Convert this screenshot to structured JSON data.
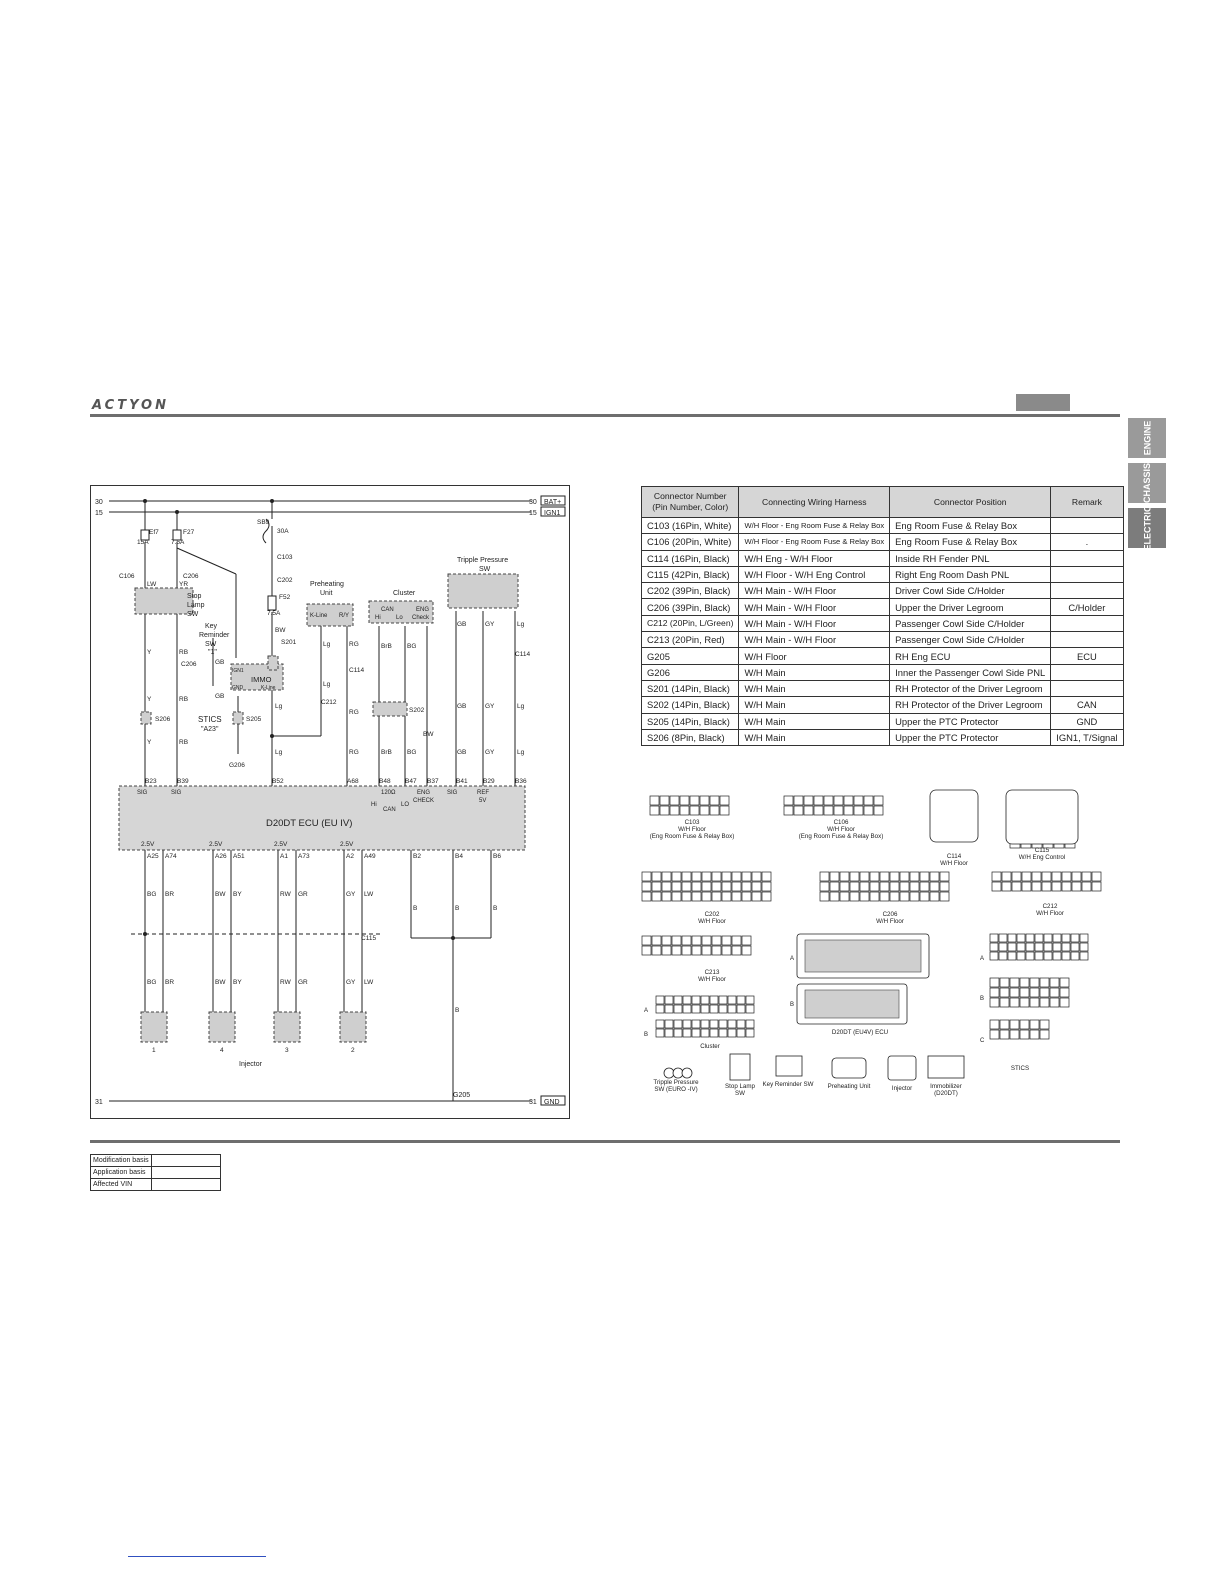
{
  "header": {
    "brand": "ACTYON"
  },
  "side_tabs": [
    "ENGINE",
    "CHASSIS",
    "ELECTRIC"
  ],
  "diagram": {
    "rails": {
      "top30": "30",
      "top15": "15",
      "bat": "BAT+",
      "ign1": "IGN1",
      "gnd_num": "31",
      "gnd": "GND",
      "g205": "G205"
    },
    "fuses": [
      {
        "id": "Ef7",
        "rating": "15A"
      },
      {
        "id": "F27",
        "rating": "7.5A"
      },
      {
        "id": "SB9",
        "rating": "30A"
      },
      {
        "id": "F52",
        "rating": "7.5A"
      }
    ],
    "labels": {
      "c106": "C106",
      "c206": "C206",
      "c103": "C103",
      "c202": "C202",
      "c114": "C114",
      "c212": "C212",
      "c115": "C115",
      "stop_lamp": [
        "Stop",
        "Lamp",
        "SW"
      ],
      "key_reminder": [
        "Key",
        "Reminder",
        "SW",
        "\"1\""
      ],
      "immo": "IMMO",
      "ign1": "IGN1",
      "gnd": "GND",
      "kline": "K-Line",
      "stics": "STICS",
      "a23": "\"A23\"",
      "preheating": [
        "Preheating",
        "Unit"
      ],
      "preheat_pins": [
        "K-Line",
        "R/Y"
      ],
      "cluster": "Cluster",
      "cluster_pins": [
        "CAN",
        "Hi",
        "Lo",
        "ENG",
        "Check"
      ],
      "tripple": [
        "Tripple Pressure",
        "SW"
      ],
      "s201": "S201",
      "s202": "S202",
      "s205": "S205",
      "s206": "S206",
      "g206": "G206",
      "ecu": "D20DT ECU (EU IV)",
      "ecu_inside": [
        "SIG",
        "SIG",
        "120Ω",
        "Hi",
        "CAN",
        "LO",
        "ENG",
        "CHECK",
        "SIG",
        "REF",
        "5V"
      ],
      "ecu_top_pins": [
        "B23",
        "B39",
        "B52",
        "A68",
        "B48",
        "B47",
        "B37",
        "B41",
        "B29",
        "B36"
      ],
      "ecu_bottom_pins": [
        "A25",
        "A74",
        "A26",
        "A51",
        "A1",
        "A73",
        "A2",
        "A49",
        "B2",
        "B4",
        "B6"
      ],
      "volts": "2.5V",
      "injector": "Injector",
      "injector_nums": [
        "1",
        "4",
        "3",
        "2"
      ],
      "wires": [
        "LW",
        "YR",
        "Y",
        "RB",
        "GB",
        "BW",
        "Lg",
        "RG",
        "BrB",
        "BG",
        "GY",
        "BR",
        "BY",
        "RW",
        "GR",
        "B"
      ]
    }
  },
  "connector_table": {
    "headers": [
      "Connector Number (Pin Number, Color)",
      "Connecting Wiring Harness",
      "Connector Position",
      "Remark"
    ],
    "rows": [
      [
        "C103 (16Pin, White)",
        "W/H Floor - Eng Room Fuse & Relay Box",
        "Eng Room Fuse & Relay Box",
        ""
      ],
      [
        "C106 (20Pin, White)",
        "W/H Floor - Eng Room Fuse & Relay Box",
        "Eng Room Fuse & Relay Box",
        "."
      ],
      [
        "C114 (16Pin, Black)",
        "W/H Eng - W/H Floor",
        "Inside RH Fender PNL",
        ""
      ],
      [
        "C115 (42Pin, Black)",
        "W/H Floor - W/H Eng Control",
        "Right Eng Room Dash PNL",
        ""
      ],
      [
        "C202 (39Pin, Black)",
        "W/H Main - W/H Floor",
        "Driver Cowl Side C/Holder",
        ""
      ],
      [
        "C206 (39Pin, Black)",
        "W/H Main - W/H Floor",
        "Upper the Driver Legroom",
        "C/Holder"
      ],
      [
        "C212 (20Pin, L/Green)",
        "W/H Main - W/H Floor",
        "Passenger Cowl Side C/Holder",
        ""
      ],
      [
        "C213 (20Pin, Red)",
        "W/H Main - W/H Floor",
        "Passenger Cowl Side C/Holder",
        ""
      ],
      [
        "G205",
        "W/H Floor",
        "RH Eng ECU",
        "ECU"
      ],
      [
        "G206",
        "W/H Main",
        "Inner the Passenger Cowl Side PNL",
        ""
      ],
      [
        "S201 (14Pin, Black)",
        "W/H Main",
        "RH Protector of the Driver Legroom",
        ""
      ],
      [
        "S202 (14Pin, Black)",
        "W/H Main",
        "RH Protector of the Driver Legroom",
        "CAN"
      ],
      [
        "S205 (14Pin, Black)",
        "W/H Main",
        "Upper the PTC Protector",
        "GND"
      ],
      [
        "S206 (8Pin, Black)",
        "W/H Main",
        "Upper the PTC Protector",
        "IGN1, T/Signal"
      ]
    ]
  },
  "connector_views": {
    "c103": [
      "C103",
      "W/H Floor",
      "(Eng Room Fuse & Relay Box)"
    ],
    "c106": [
      "C106",
      "W/H Floor",
      "(Eng Room Fuse & Relay Box)"
    ],
    "c114": [
      "C114",
      "W/H Floor"
    ],
    "c115": [
      "C115",
      "W/H Eng Control"
    ],
    "c202": [
      "C202",
      "W/H Floor"
    ],
    "c206": [
      "C206",
      "W/H Floor"
    ],
    "c212": [
      "C212",
      "W/H Floor"
    ],
    "c213": [
      "C213",
      "W/H Floor"
    ],
    "ecu": "D20DT (EU4V) ECU",
    "cluster": "Cluster",
    "stics": "STICS",
    "bottom": [
      "Tripple Pressure",
      "SW (EURO -IV)",
      "Stop Lamp",
      "SW",
      "Key Reminder SW",
      "Preheating Unit",
      "Injector",
      "Immobilizer",
      "(D20DT)"
    ],
    "row_letters": [
      "A",
      "B",
      "C"
    ]
  },
  "modification": [
    {
      "label": "Modification basis",
      "value": ""
    },
    {
      "label": "Application basis",
      "value": ""
    },
    {
      "label": "Affected VIN",
      "value": ""
    }
  ]
}
